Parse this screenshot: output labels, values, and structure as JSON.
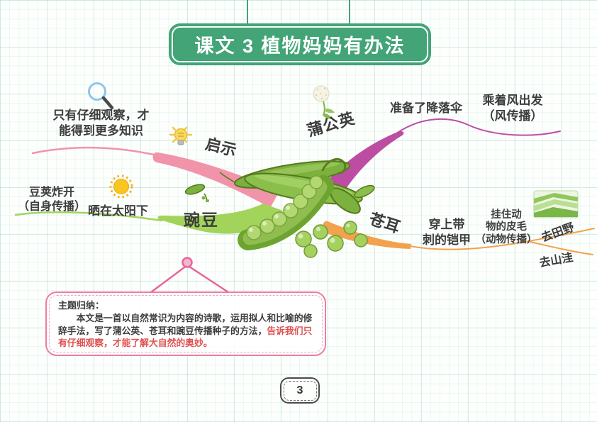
{
  "page": {
    "title": "课文 3 植物妈妈有办法",
    "page_number": "3"
  },
  "colors": {
    "title_bg": "#42a477",
    "branch_qishi_pink": "#f194a9",
    "branch_pugongying_magenta": "#bd4da3",
    "branch_wandou_green": "#a2d35b",
    "branch_canger_orange": "#f2a24c",
    "summary_border_pink": "#ee7ca3",
    "summary_red_text": "#e05050",
    "body_text": "#3d3d3d"
  },
  "nodes": {
    "qishi": {
      "label": "启示",
      "note": "只有仔细观察，才\n能得到更多知识"
    },
    "pugongying": {
      "label": "蒲公英",
      "note1": "准备了降落伞",
      "note2": "乘着风出发\n（风传播）"
    },
    "wandou": {
      "label": "豌豆",
      "note1": "晒在太阳下",
      "note2": "豆荚炸开\n（自身传播）"
    },
    "canger": {
      "label": "苍耳",
      "note1": "穿上带\n刺的铠甲",
      "note2": "挂住动\n物的皮毛\n（动物传播）",
      "leaf1": "去田野",
      "leaf2": "去山洼"
    }
  },
  "summary": {
    "heading": "主题归纳：",
    "body_black": "　　本文是一首以自然常识为内容的诗歌，运用拟人和比喻的修辞手法，写了蒲公英、苍耳和豌豆传播种子的方法，",
    "body_red": "告诉我们只有仔细观察，才能了解大自然的奥妙。"
  },
  "icons": [
    "magnifier-icon",
    "lightbulb-icon",
    "sun-icon",
    "pea-sprig-icon",
    "dandelion-icon",
    "field-icon",
    "pea-illustration"
  ]
}
